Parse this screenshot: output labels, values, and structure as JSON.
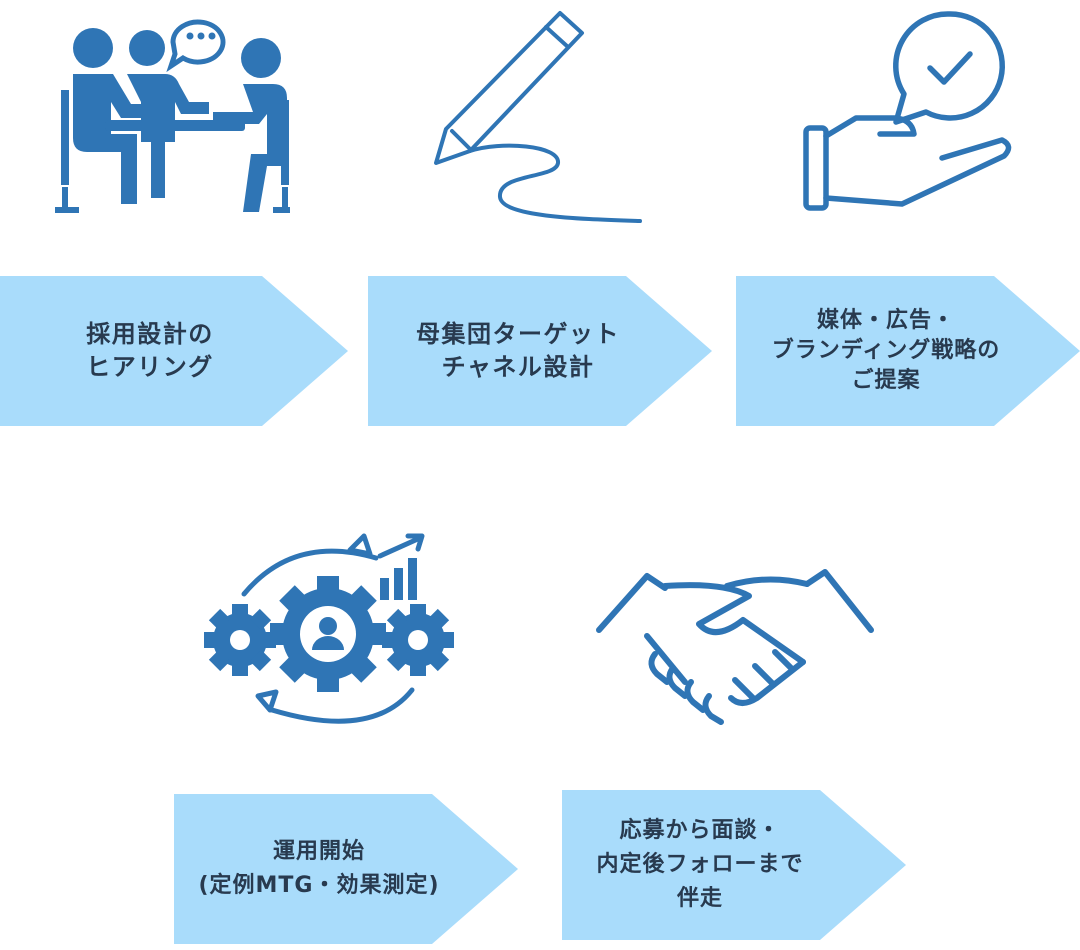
{
  "steps": [
    {
      "label": "採用設計の\nヒアリング",
      "icon": "meeting-icon"
    },
    {
      "label": "母集団ターゲット\nチャネル設計",
      "icon": "pencil-icon"
    },
    {
      "label": "媒体・広告・\nブランディング戦略の\nご提案",
      "icon": "hand-check-icon"
    },
    {
      "label": "運用開始\n(定例MTG・効果測定)",
      "icon": "gear-cycle-icon"
    },
    {
      "label": "応募から面談・\n内定後フォローまで\n伴走",
      "icon": "handshake-icon"
    }
  ],
  "colors": {
    "arrow_fill": "#a9dcfb",
    "icon_blue": "#2f75b5",
    "text": "#283a4f"
  }
}
